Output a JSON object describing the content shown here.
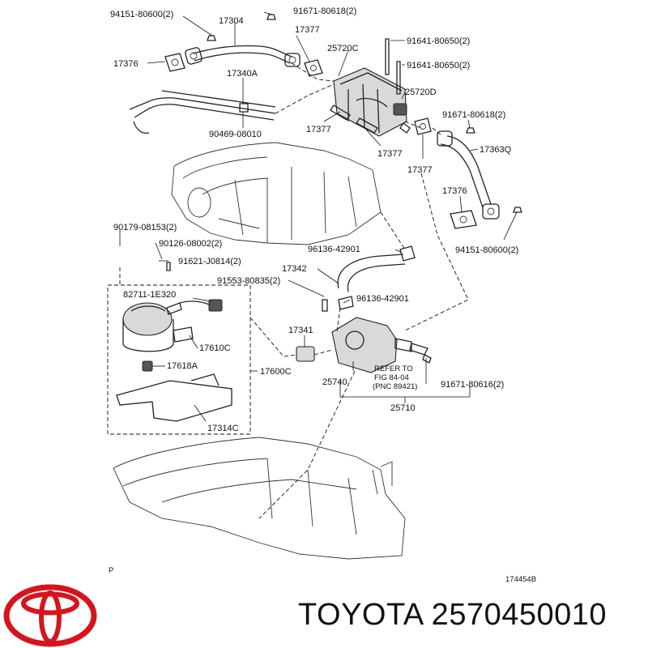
{
  "labels": {
    "l94151a": "94151-80600(2)",
    "l17304": "17304",
    "l91671a": "91671-80618(2)",
    "l17377a": "17377",
    "l25720c": "25720C",
    "l91641a": "91641-80650(2)",
    "l17376a": "17376",
    "l17340a": "17340A",
    "l91641b": "91641-80650(2)",
    "l25720d": "25720D",
    "l90469": "90469-08010",
    "l17377b": "17377",
    "l91671b": "91671-80618(2)",
    "l17377c": "17377",
    "l17363q": "17363Q",
    "l17377d": "17377",
    "l17376b": "17376",
    "l90179": "90179-08153(2)",
    "l90126": "90126-08002(2)",
    "l94151b": "94151-80600(2)",
    "l96136a": "96136-42901",
    "l91621": "91621-J0814(2)",
    "l17342": "17342",
    "l91553": "91553-80835(2)",
    "l82711": "82711-1E320",
    "l96136b": "96136-42901",
    "l17341": "17341",
    "l17610c": "17610C",
    "l17618a": "17618A",
    "l17600c": "17600C",
    "l25740": "25740",
    "l91671c": "91671-80616(2)",
    "l25710": "25710",
    "l17314c": "17314C",
    "corner_p": "P",
    "diagram_no": "174454B"
  },
  "refer_note": {
    "line1": "REFER TO",
    "line2": "FIG  84-04",
    "line3": "(PNC  89421)"
  },
  "brand": {
    "logo_icon": "toyota-logo-icon",
    "logo_color": "#d7141e",
    "caption": "TOYOTA 2570450010"
  }
}
